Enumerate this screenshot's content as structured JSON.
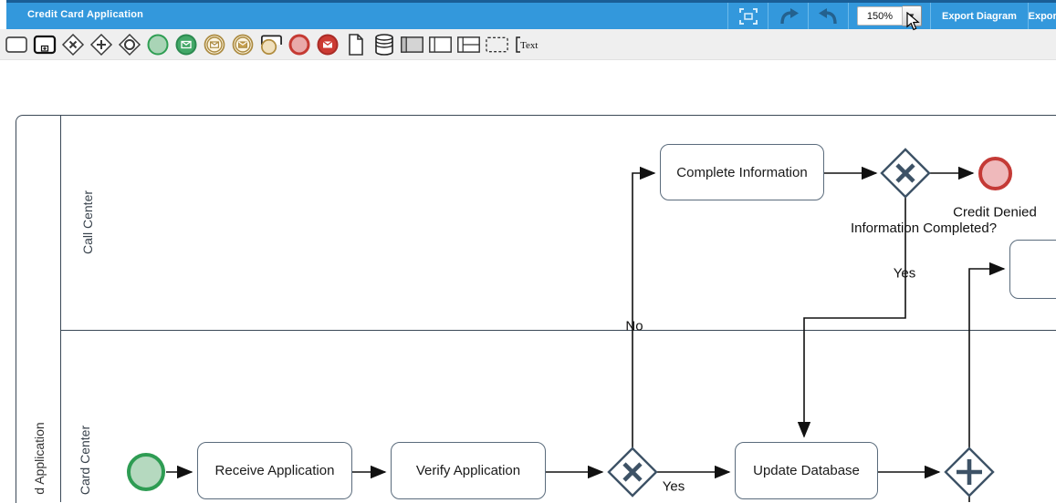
{
  "header": {
    "title": "Credit Card Application",
    "zoom_value": "150%",
    "export_diagram_label": "Export Diagram",
    "export_second_label": "Export F",
    "icons": [
      "fit-to-screen-icon",
      "redo-icon",
      "undo-icon",
      "zoom-dropdown-arrow"
    ]
  },
  "toolbar": {
    "icons": [
      "task",
      "subprocess",
      "exclusive-gateway",
      "parallel-gateway",
      "inclusive-gateway",
      "start-event",
      "message-start-event",
      "message-catch-event",
      "message-throw-event",
      "boundary-event",
      "end-event",
      "message-end-event",
      "data-object",
      "data-store",
      "pool-filled",
      "pool",
      "pool-lanes",
      "group",
      "text-annotation"
    ],
    "text_annotation_label": "Text"
  },
  "diagram": {
    "pool_name_visible": "d Application",
    "lanes": [
      {
        "name": "Call Center"
      },
      {
        "name": "Card Center"
      }
    ],
    "tasks": [
      {
        "label": "Receive Application"
      },
      {
        "label": "Verify Application"
      },
      {
        "label": "Update Database"
      },
      {
        "label": "Complete Information"
      }
    ],
    "labels": {
      "no": "No",
      "yes_bottom": "Yes",
      "yes_top": "Yes",
      "gateway_question": "Information Completed?",
      "credit_denied": "Credit Denied"
    },
    "zoom_level": "150%"
  }
}
